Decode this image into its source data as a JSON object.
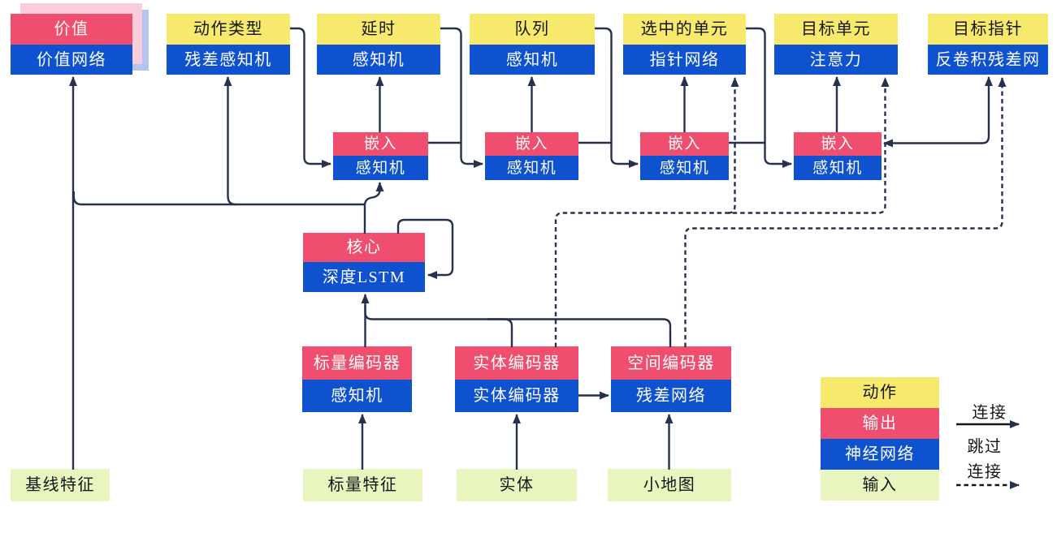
{
  "nodes": {
    "value": {
      "action": "价值",
      "network": "价值网络"
    },
    "action_type": {
      "action": "动作类型",
      "network": "残差感知机"
    },
    "delay": {
      "action": "延时",
      "network": "感知机"
    },
    "queue": {
      "action": "队列",
      "network": "感知机"
    },
    "selected_units": {
      "action": "选中的单元",
      "network": "指针网络"
    },
    "target_unit": {
      "action": "目标单元",
      "network": "注意力"
    },
    "target_point": {
      "action": "目标指针",
      "network": "反卷积残差网"
    },
    "embeds": [
      {
        "output": "嵌入",
        "network": "感知机"
      },
      {
        "output": "嵌入",
        "network": "感知机"
      },
      {
        "output": "嵌入",
        "network": "感知机"
      },
      {
        "output": "嵌入",
        "network": "感知机"
      }
    ],
    "core": {
      "output": "核心",
      "network": "深度LSTM"
    },
    "scalar_encoder": {
      "output": "标量编码器",
      "network": "感知机"
    },
    "entity_encoder": {
      "output": "实体编码器",
      "network": "实体编码器"
    },
    "spatial_encoder": {
      "output": "空间编码器",
      "network": "残差网络"
    },
    "baseline_features": {
      "label": "基线特征"
    },
    "scalar_features": {
      "label": "标量特征"
    },
    "entities": {
      "label": "实体"
    },
    "minimap": {
      "label": "小地图"
    }
  },
  "legend": {
    "action": "动作",
    "output": "输出",
    "neural_network": "神经网络",
    "input": "输入",
    "connection": "连接",
    "skip_connection_line1": "跳过",
    "skip_connection_line2": "连接"
  },
  "colors": {
    "action_yellow": "#f6e96b",
    "output_red": "#ef4e6e",
    "network_blue": "#0e52cf",
    "input_green": "#e8f5bf",
    "edge_navy": "#26304f",
    "stack_pink": "#f9ccd9",
    "stack_lavender": "#b5c3f0"
  }
}
